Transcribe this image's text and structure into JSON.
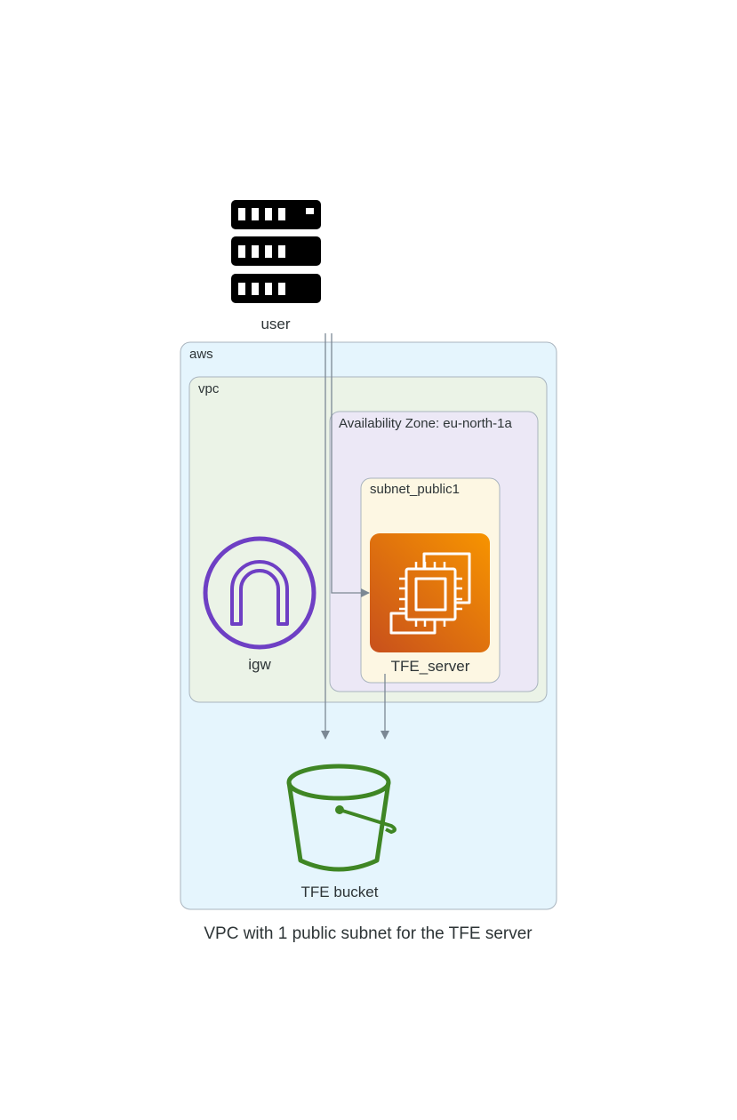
{
  "caption": "VPC with 1 public subnet for the TFE server",
  "clusters": {
    "aws": {
      "label": "aws",
      "fill": "#E5F5FD",
      "stroke": "#A9B4BE"
    },
    "vpc": {
      "label": "vpc",
      "fill": "#EBF3E7",
      "stroke": "#A9B4BE"
    },
    "az": {
      "label": "Availability Zone: eu-north-1a",
      "fill": "#ECE8F6",
      "stroke": "#A9B4BE"
    },
    "subnet": {
      "label": "subnet_public1",
      "fill": "#FDF7E3",
      "stroke": "#A9B4BE"
    }
  },
  "nodes": {
    "user": {
      "label": "user",
      "icon": "server-rack-icon"
    },
    "igw": {
      "label": "igw",
      "icon": "internet-gateway-icon",
      "color": "#6E3FC4"
    },
    "tfe_server": {
      "label": "TFE_server",
      "icon": "ec2-instance-icon",
      "color_start": "#F79400",
      "color_end": "#C8501C"
    },
    "bucket": {
      "label": "TFE bucket",
      "icon": "s3-bucket-icon",
      "color": "#3F8624"
    }
  },
  "edges": [
    {
      "from": "user",
      "to": "tfe_server"
    },
    {
      "from": "user",
      "to": "bucket"
    },
    {
      "from": "tfe_server",
      "to": "bucket"
    }
  ],
  "edge_color": "#7B8894"
}
